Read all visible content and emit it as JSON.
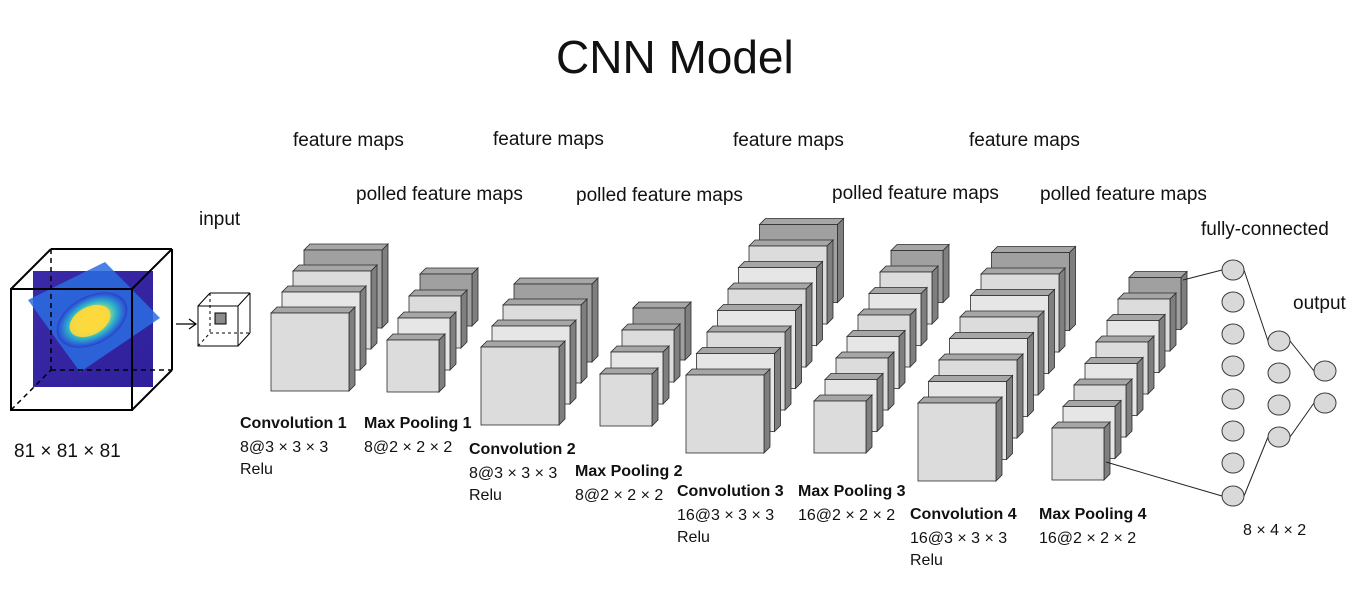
{
  "title": "CNN Model",
  "input_label": "input",
  "input_size": "81 × 81 × 81",
  "upper_labels": [
    "feature maps",
    "feature maps",
    "feature maps",
    "feature maps"
  ],
  "lower_labels": [
    "polled feature maps",
    "polled feature maps",
    "polled feature maps",
    "polled feature maps"
  ],
  "fc_label": "fully-connected",
  "output_label": "output",
  "fc_dims": "8 × 4 × 2",
  "layers": [
    {
      "name": "Convolution 1",
      "spec": "8@3 × 3 × 3",
      "act": "Relu"
    },
    {
      "name": "Max Pooling 1",
      "spec": "8@2 × 2 × 2"
    },
    {
      "name": "Convolution 2",
      "spec": "8@3 × 3 × 3",
      "act": "Relu"
    },
    {
      "name": "Max Pooling 2",
      "spec": "8@2 × 2 × 2"
    },
    {
      "name": "Convolution 3",
      "spec": "16@3 × 3 × 3",
      "act": "Relu"
    },
    {
      "name": "Max Pooling 3",
      "spec": "16@2 × 2 × 2"
    },
    {
      "name": "Convolution 4",
      "spec": "16@3 × 3 × 3",
      "act": "Relu"
    },
    {
      "name": "Max Pooling 4",
      "spec": "16@2 × 2 × 2"
    }
  ],
  "colors": {
    "face_light": "#dcdcdc",
    "face_mid": "#a6a6a6",
    "face_dark": "#7f7f7f",
    "stroke": "#2b2b2b",
    "node_fill": "#d9d9d9"
  }
}
